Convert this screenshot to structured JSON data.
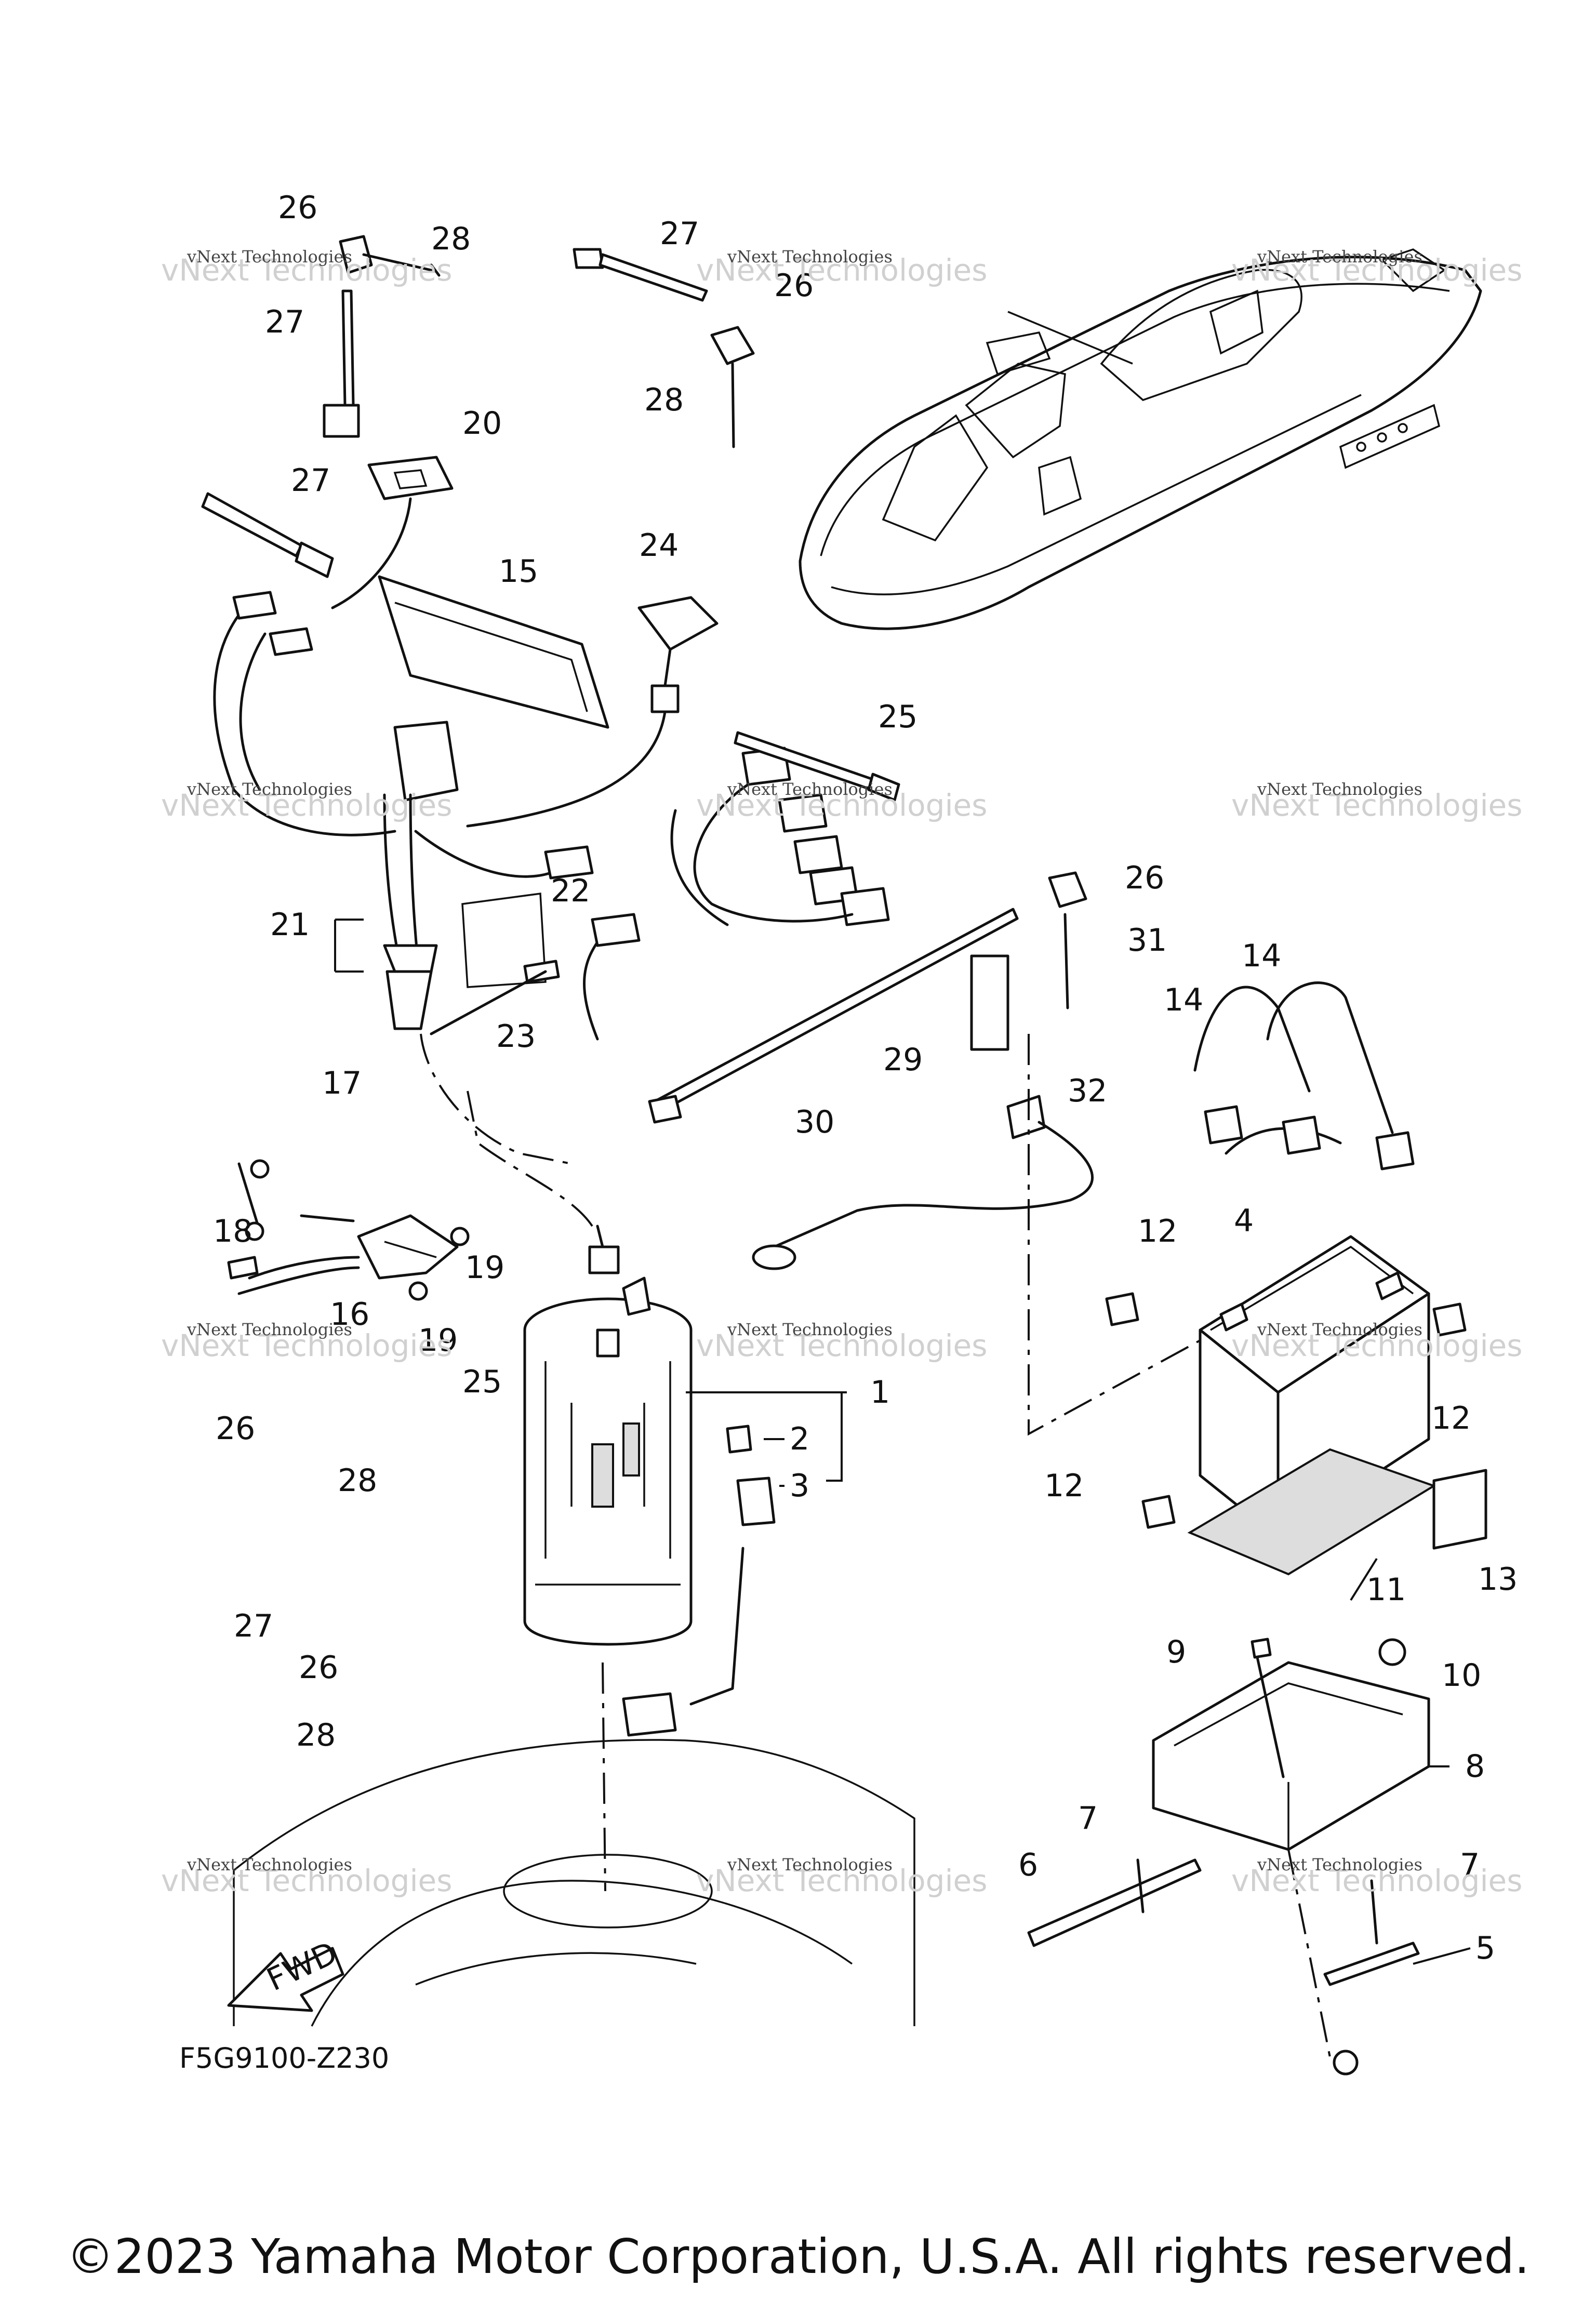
{
  "diagram": {
    "drawing_code": "F5G9100-Z230",
    "direction_label": "FWD",
    "watermark": {
      "line1": "vNext Technologies",
      "line2": "vNext Technologies"
    },
    "callouts": [
      "1",
      "2",
      "3",
      "4",
      "5",
      "6",
      "7",
      "7",
      "8",
      "9",
      "10",
      "11",
      "12",
      "12",
      "12",
      "12",
      "13",
      "14",
      "14",
      "15",
      "16",
      "17",
      "18",
      "19",
      "19",
      "20",
      "21",
      "22",
      "23",
      "24",
      "25",
      "25",
      "26",
      "26",
      "26",
      "26",
      "26",
      "27",
      "27",
      "27",
      "27",
      "28",
      "28",
      "28",
      "28",
      "29",
      "30",
      "31",
      "32"
    ]
  },
  "footer": {
    "copyright": "©2023 Yamaha Motor Corporation, U.S.A. All rights reserved."
  }
}
